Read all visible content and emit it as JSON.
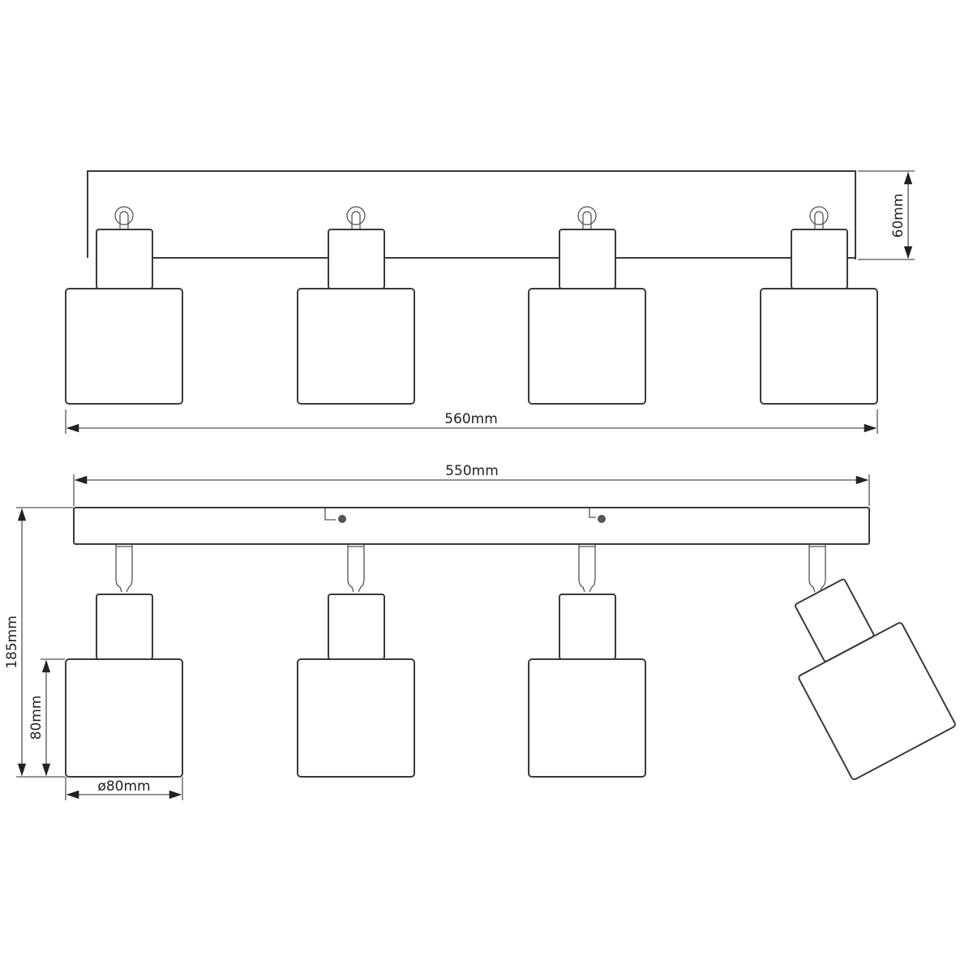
{
  "drawing": {
    "top_view": {
      "width_label": "560mm",
      "height_label": "60mm",
      "lamp_count": 4
    },
    "front_view": {
      "bar_length_label": "550mm",
      "total_height_label": "185mm",
      "shade_height_label": "80mm",
      "shade_diameter_label": "ø80mm",
      "lamp_count": 4
    },
    "colors": {
      "line": "#3a3a3a",
      "background": "#ffffff"
    }
  }
}
